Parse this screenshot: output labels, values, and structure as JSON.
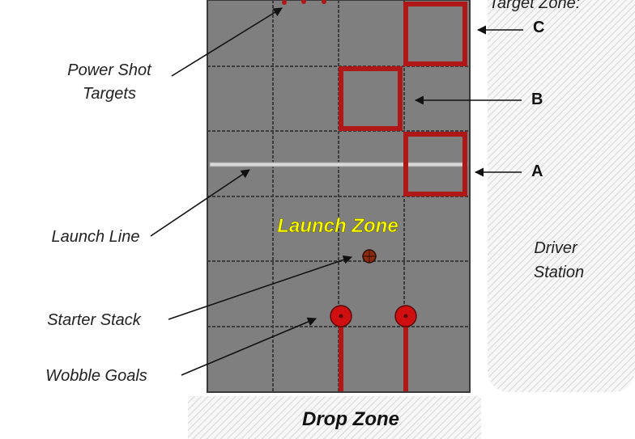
{
  "labels": {
    "power_shot_line1": "Power Shot",
    "power_shot_line2": "Targets",
    "launch_line": "Launch Line",
    "starter_stack": "Starter Stack",
    "wobble_goals": "Wobble Goals",
    "launch_zone": "Launch Zone",
    "drop_zone": "Drop Zone",
    "target_zone": "Target Zone:",
    "driver_line1": "Driver",
    "driver_line2": "Station"
  },
  "target_zones": [
    {
      "letter": "C"
    },
    {
      "letter": "B"
    },
    {
      "letter": "A"
    }
  ],
  "colors": {
    "tile": "#7f7f7f",
    "grid": "#3c3c3c",
    "target": "#b01818",
    "launch_zone_text": "#ffff00",
    "launch_line": "#d9d9d9",
    "hatch": "#dcdcdc"
  }
}
